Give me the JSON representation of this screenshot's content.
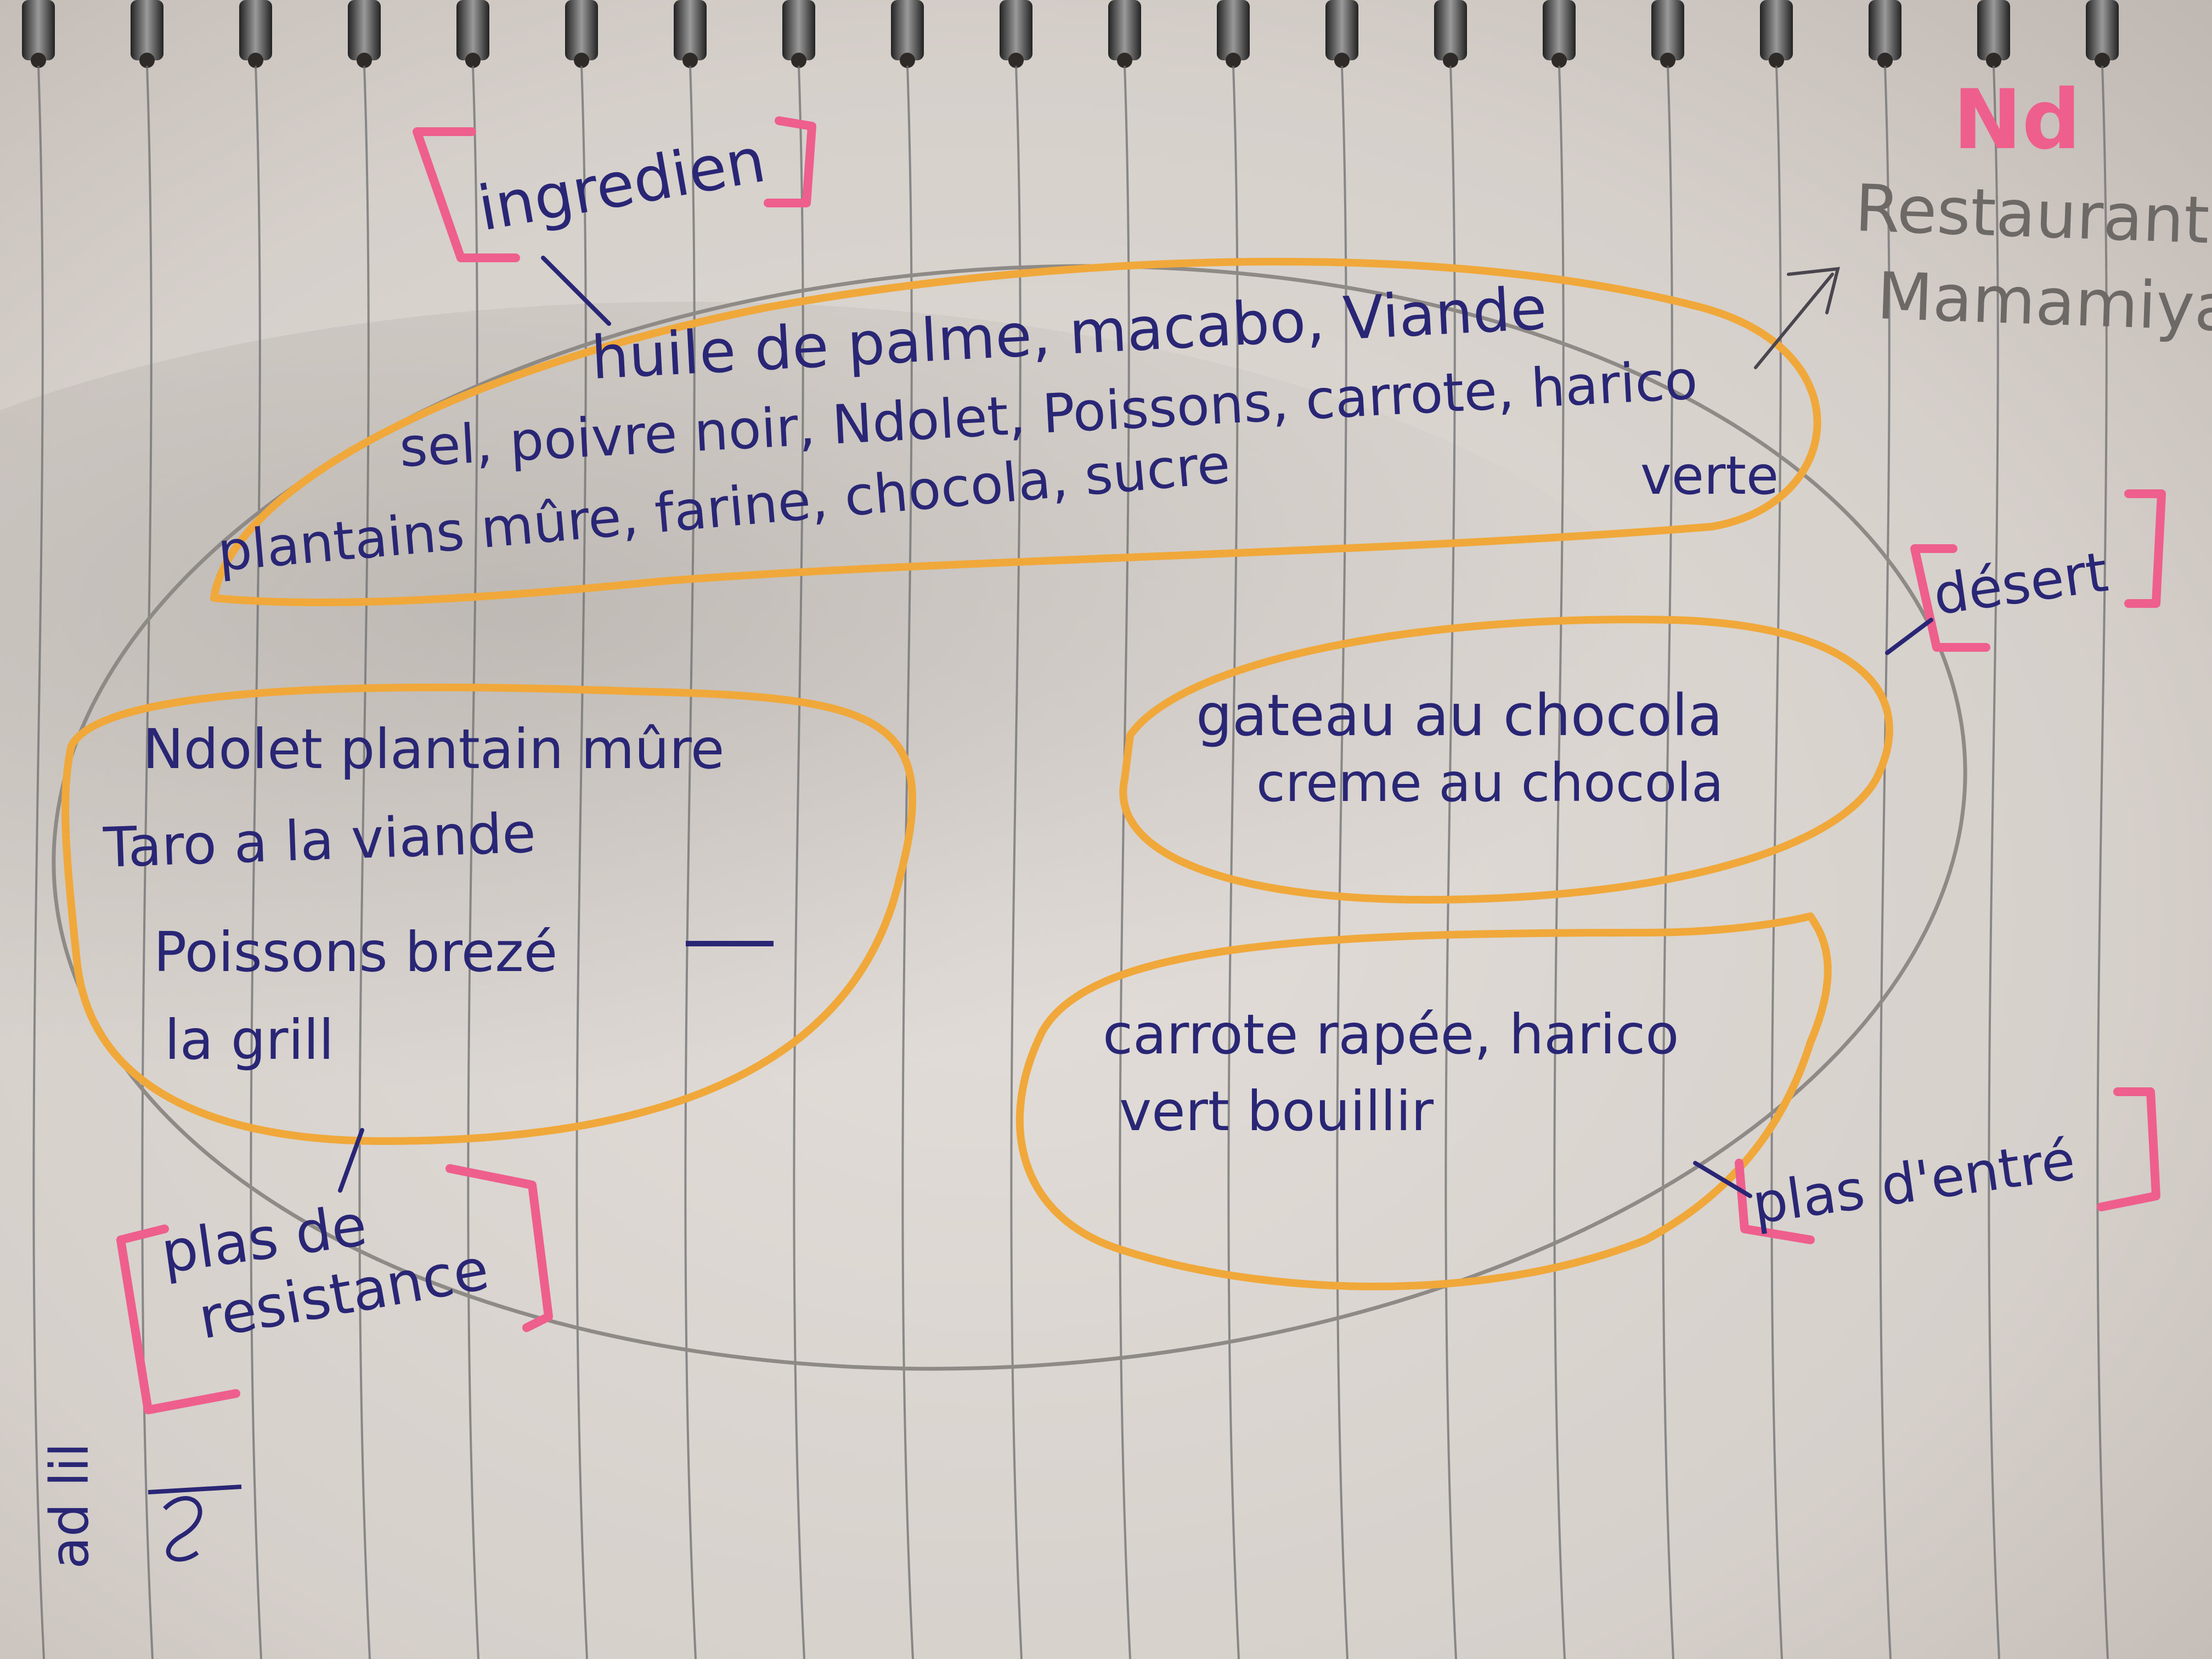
{
  "page": {
    "corner_mark": "Nd",
    "title": "Restaurant Mamamiya",
    "title_line1": "Restaurant",
    "title_line2": "Mamamiya"
  },
  "categories": {
    "ingredients": {
      "label": "ingredien",
      "lines": [
        "huile de palme, macabo, Viande",
        "sel, poivre noir, Ndolet, Poissons, carrote, harico",
        "verte",
        "plantains mûre, farine, chocola, sucre"
      ]
    },
    "main_course": {
      "label_line1": "plas de",
      "label_line2": "resistance",
      "lines": [
        "Ndolet plantain mûre",
        "Taro a la viande",
        "Poissons brezé",
        "la grill"
      ]
    },
    "dessert": {
      "label": "désert",
      "lines": [
        "gateau au chocola",
        "creme au chocola"
      ]
    },
    "starter": {
      "label": "plas d'entré",
      "lines": [
        "carrote rapée, harico",
        "vert bouillir"
      ]
    }
  },
  "margin_note": "ad lil",
  "colors": {
    "paper": "#d9d4cf",
    "rule_line": "#6e6e70",
    "ink_blue": "#2a2676",
    "ink_orange": "#f0a83a",
    "ink_pink": "#ee5f8e",
    "pencil": "#8e8b86"
  }
}
